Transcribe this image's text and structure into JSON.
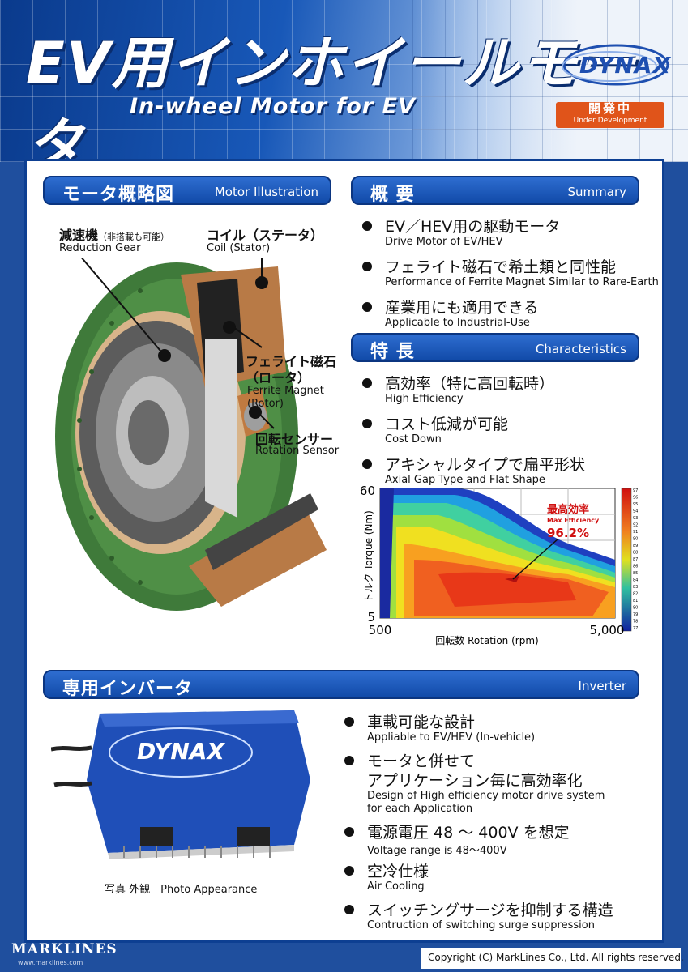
{
  "header": {
    "title_jp": "EV用インホイールモータ",
    "title_en": "In-wheel Motor for EV",
    "logo": "DYNAX",
    "status_jp": "開発中",
    "status_en": "Under Development"
  },
  "motor_section": {
    "title_jp": "モータ概略図",
    "title_en": "Motor Illustration",
    "labels": {
      "reduction_jp": "減速機",
      "reduction_note": "（非搭載も可能）",
      "reduction_en": "Reduction Gear",
      "coil_jp": "コイル（ステータ）",
      "coil_en": "Coil (Stator)",
      "ferrite_jp1": "フェライト磁石",
      "ferrite_jp2": "（ロータ）",
      "ferrite_en1": "Ferrite Magnet",
      "ferrite_en2": "(Rotor)",
      "sensor_jp": "回転センサー",
      "sensor_en": "Rotation Sensor"
    }
  },
  "summary": {
    "title_jp": "概 要",
    "title_en": "Summary",
    "items": [
      {
        "jp": "EV／HEV用の駆動モータ",
        "en": "Drive Motor of EV/HEV"
      },
      {
        "jp": "フェライト磁石で希土類と同性能",
        "en": "Performance of Ferrite Magnet Similar to Rare-Earth"
      },
      {
        "jp": "産業用にも適用できる",
        "en": "Applicable to Industrial-Use"
      }
    ]
  },
  "characteristics": {
    "title_jp": "特 長",
    "title_en": "Characteristics",
    "items": [
      {
        "jp": "高効率（特に高回転時）",
        "en": "High Efficiency"
      },
      {
        "jp": "コスト低減が可能",
        "en": "Cost Down"
      },
      {
        "jp": "アキシャルタイプで扁平形状",
        "en": "Axial Gap Type and Flat Shape"
      }
    ]
  },
  "chart_data": {
    "type": "heatmap",
    "ylabel": "トルク Torque (Nm)",
    "xlabel": "回転数 Rotation (rpm)",
    "x_ticks": [
      "500",
      "5,000"
    ],
    "y_ticks": [
      "60",
      "5"
    ],
    "xlim": [
      500,
      5000
    ],
    "ylim": [
      5,
      60
    ],
    "annotation_jp": "最高効率",
    "annotation_en": "Max Efficiency",
    "annotation_value": "96.2%",
    "colorbar_labels": [
      "97",
      "96",
      "95",
      "94",
      "93",
      "92",
      "91",
      "90",
      "89",
      "88",
      "87",
      "86",
      "85",
      "84",
      "83",
      "82",
      "81",
      "80",
      "79",
      "78",
      "77"
    ],
    "colors": {
      "low": "#2030b0",
      "mid": "#e0e020",
      "high": "#e03010"
    }
  },
  "inverter": {
    "title_jp": "専用インバータ",
    "title_en": "Inverter",
    "photo_caption": "写真 外観　Photo Appearance",
    "device_logo": "DYNAX",
    "items": [
      {
        "jp": "車載可能な設計",
        "en": "Appliable to EV/HEV (In-vehicle)"
      },
      {
        "jp": "モータと併せて",
        "jp2": "アプリケーション毎に高効率化",
        "en": "Design of High efficiency motor drive system",
        "en2": "for each Application"
      },
      {
        "jp": "電源電圧 48 ～ 400V を想定",
        "en": "Voltage range is 48～400V"
      },
      {
        "jp": "空冷仕様",
        "en": "Air Cooling"
      },
      {
        "jp": "スイッチングサージを抑制する構造",
        "en": "Contruction of switching surge suppression"
      }
    ]
  },
  "footer": {
    "brand": "MARKLINES",
    "url": "www.marklines.com",
    "copyright": "Copyright (C) MarkLines Co., Ltd. All rights reserved."
  }
}
